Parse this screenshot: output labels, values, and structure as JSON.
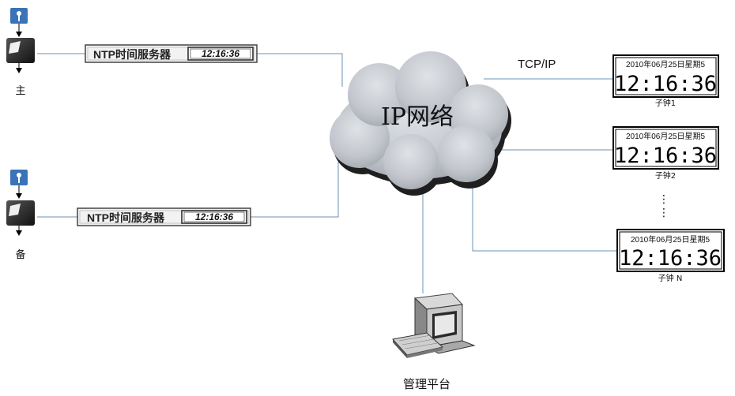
{
  "network": {
    "cloud_label": "IP网络",
    "protocol_label": "TCP/IP"
  },
  "servers": [
    {
      "label": "NTP时间服务器",
      "time": "12:16:36",
      "role": "主"
    },
    {
      "label": "NTP时间服务器",
      "time": "12:16:36",
      "role": "备"
    }
  ],
  "clocks": [
    {
      "date": "2010年06月25日星期5",
      "time": "12:16:36",
      "name": "子钟1"
    },
    {
      "date": "2010年06月25日星期5",
      "time": "12:16:36",
      "name": "子钟2"
    },
    {
      "date": "2010年06月25日星期5",
      "time": "12:16:36",
      "name": "子钟 N"
    }
  ],
  "ellipsis": "⋮",
  "management": {
    "label": "管理平台"
  },
  "colors": {
    "line": "#6a93b4",
    "cloud": "#c4c8ce",
    "cloud_shadow": "#222222",
    "antenna": "#3b73b8",
    "device": "#2a2a2a"
  }
}
